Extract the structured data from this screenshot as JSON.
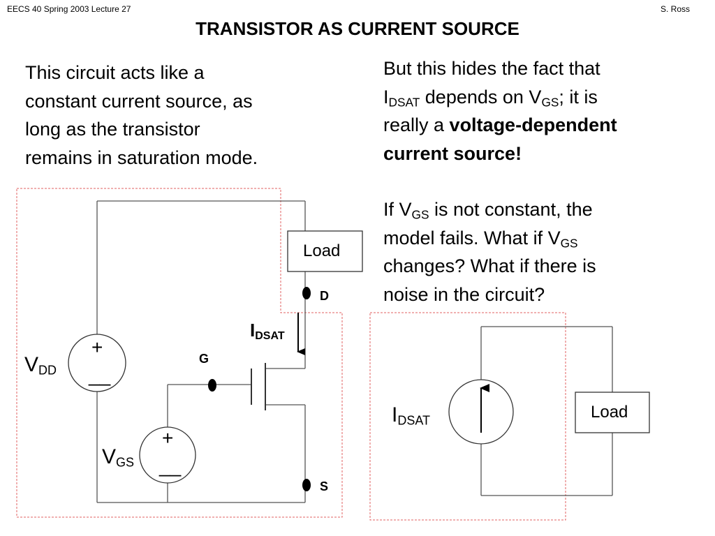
{
  "header": {
    "left": "EECS 40 Spring 2003  Lecture 27",
    "right": "S. Ross"
  },
  "title": "TRANSISTOR AS CURRENT SOURCE",
  "left_text": {
    "l1": "This circuit acts like a",
    "l2": "constant current source, as",
    "l3": "long as the transistor",
    "l4": "remains in saturation mode."
  },
  "right_text": {
    "p1_l1": "But this hides the fact that",
    "p1_i": "I",
    "p1_i_sub": "DSAT",
    "p1_mid": " depends on V",
    "p1_v_sub": "GS",
    "p1_end": "; it is",
    "p1_l3_pre": "really a ",
    "p1_l3_bold": "voltage-dependent",
    "p1_l4_bold": "current source!",
    "p2_l1_pre": "If V",
    "p2_l1_sub": "GS",
    "p2_l1_post": " is not constant, the",
    "p2_l2_pre": "model fails.  What if V",
    "p2_l2_sub": "GS",
    "p2_l3": "changes?  What if there is",
    "p2_l4": "noise in the circuit?"
  },
  "circuit1": {
    "load": "Load",
    "drain": "D",
    "gate": "G",
    "source": "S",
    "idsat_main": "I",
    "idsat_sub": "DSAT",
    "vdd_main": "V",
    "vdd_sub": "DD",
    "vgs_main": "V",
    "vgs_sub": "GS",
    "plus": "+",
    "minus": "__"
  },
  "circuit2": {
    "load": "Load",
    "idsat_main": "I",
    "idsat_sub": "DSAT"
  },
  "colors": {
    "dashed_box": "#e06060",
    "wire": "#555555",
    "stroke": "#333333"
  }
}
